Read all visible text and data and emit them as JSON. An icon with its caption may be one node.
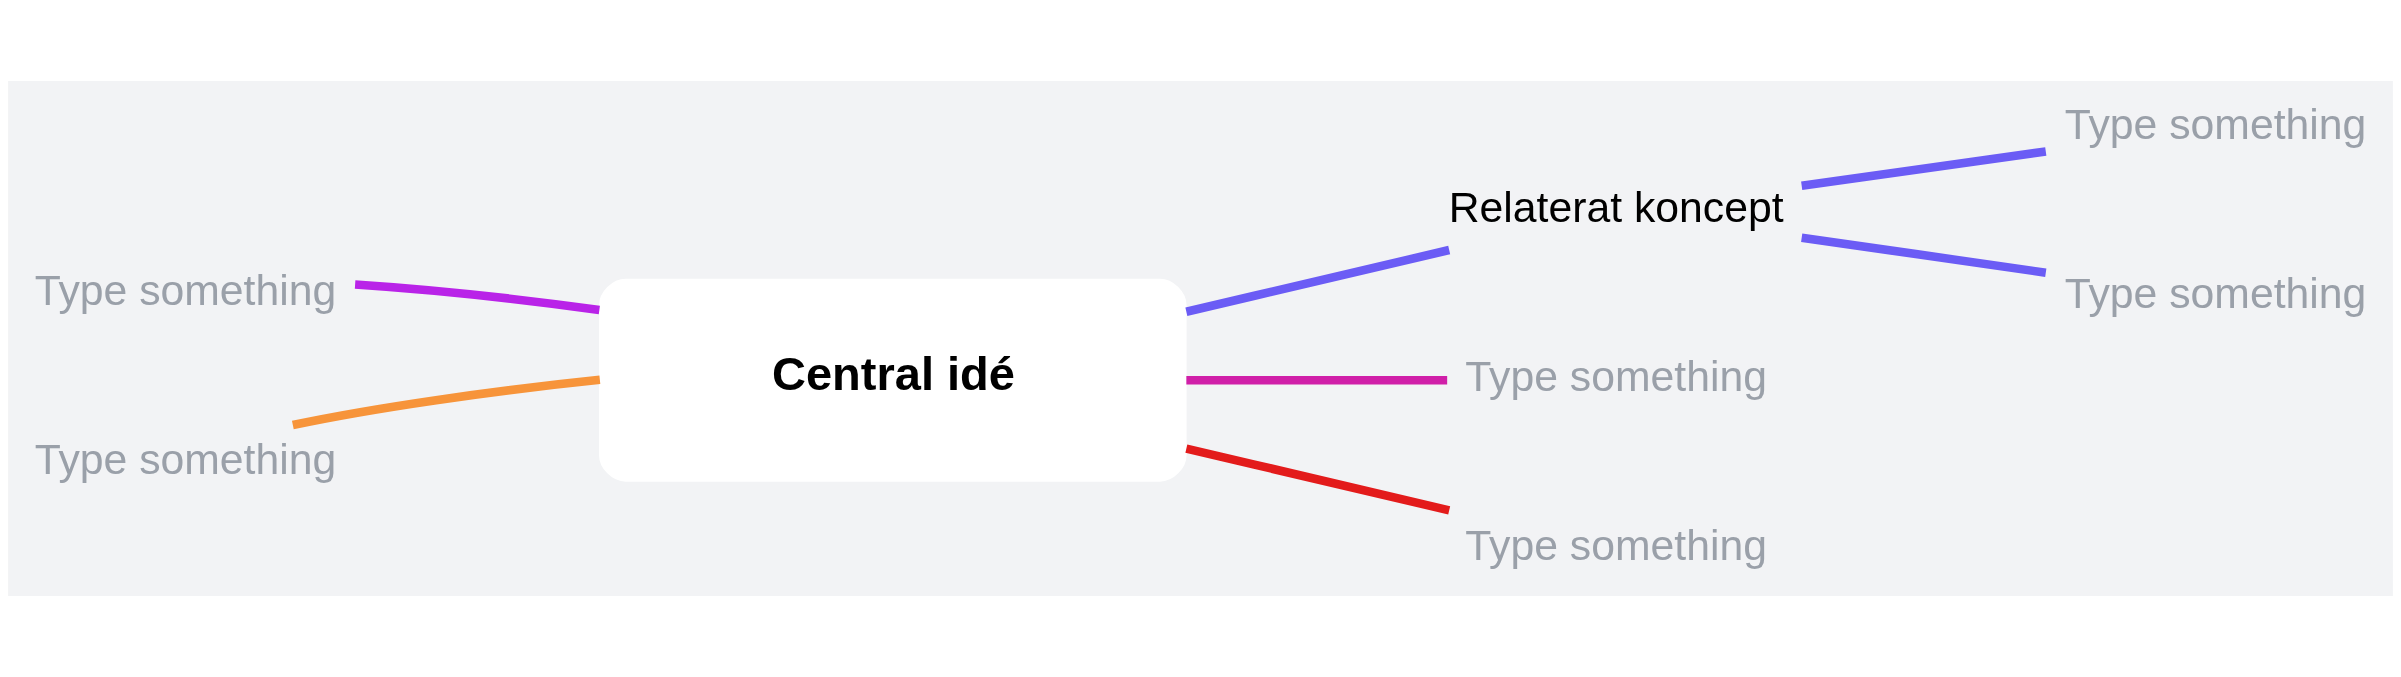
{
  "diagram": {
    "nodes": [
      {
        "text": [
          "Central idé"
        ]
      },
      {
        "text": [
          "Relaterat koncept"
        ]
      },
      {
        "text": [
          "Type something"
        ]
      },
      {
        "text": [
          "Type something"
        ]
      },
      {
        "text": [
          "Type something"
        ]
      },
      {
        "text": [
          "Type something"
        ]
      },
      {
        "text": [
          "Type something"
        ]
      },
      {
        "text": [
          "Type something"
        ]
      }
    ],
    "edges": [
      {
        "from": 0,
        "to": 1,
        "arrow": "none",
        "color": "#6b5cf5"
      },
      {
        "from": 0,
        "to": 2,
        "arrow": "none",
        "color": "#d01fa8"
      },
      {
        "from": 0,
        "to": 3,
        "arrow": "none",
        "color": "#e31b1b"
      },
      {
        "from": 1,
        "to": 4,
        "arrow": "none",
        "color": "#6b5cf5"
      },
      {
        "from": 1,
        "to": 5,
        "arrow": "none",
        "color": "#6b5cf5"
      },
      {
        "from": 0,
        "to": 6,
        "arrow": "none",
        "color": "#b923e8"
      },
      {
        "from": 0,
        "to": 7,
        "arrow": "none",
        "color": "#f7943a"
      }
    ]
  }
}
